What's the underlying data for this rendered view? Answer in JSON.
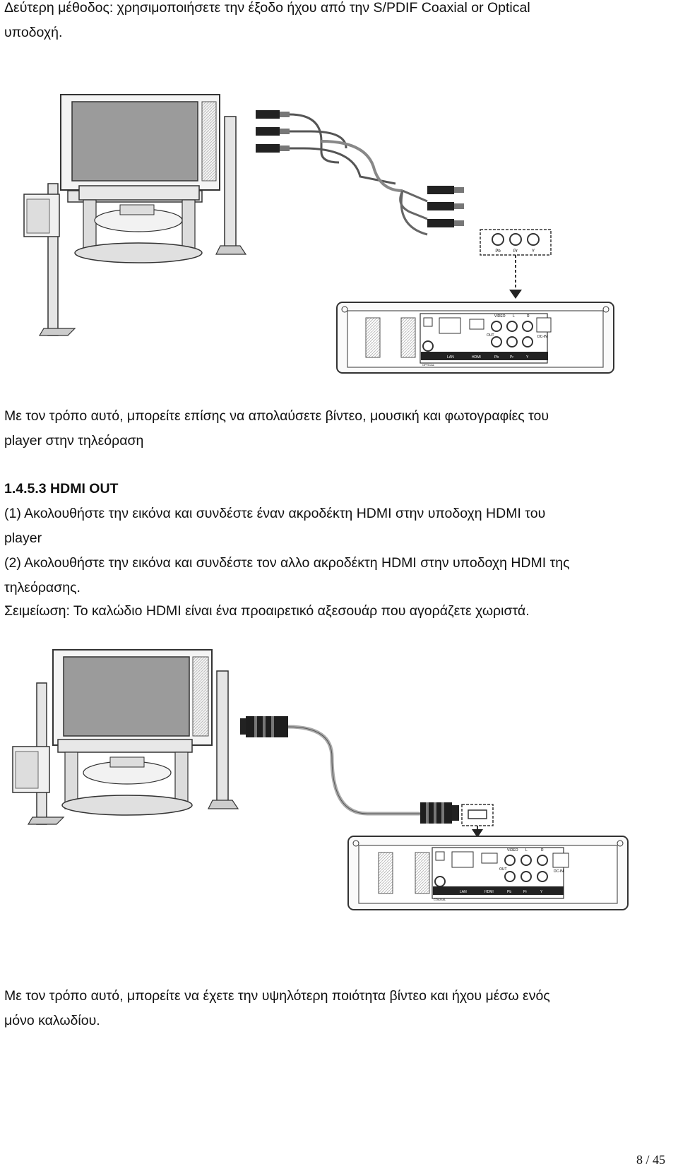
{
  "intro": {
    "line1": "Δεύτερη μέθοδος: χρησιμοποιήσετε την έξοδο ήχου από την S/PDIF Coaxial or Optical",
    "line2": "υποδοχή."
  },
  "figure1": {
    "jack_labels": [
      "Pb",
      "Pr",
      "Y"
    ]
  },
  "panel": {
    "labels": {
      "video": "VIDEO",
      "l": "L",
      "r": "R",
      "out": "OUT",
      "lan": "LAN",
      "hdmi": "HDMI",
      "pb": "Pb",
      "pr": "Pr",
      "y": "Y",
      "dcin": "DC-IN",
      "optical": "OPTICAL",
      "coaxial": "COAXIAL"
    }
  },
  "para_after_fig1": {
    "line1": "Με τον τρόπο αυτό, μπορείτε επίσης να απολαύσετε βίντεο, μουσική και φωτογραφίες του",
    "line2": "player στην τηλεόραση"
  },
  "section": {
    "heading": "1.4.5.3 HDMI OUT",
    "step1_line1": "(1) Ακολουθήστε την εικόνα και συνδέστε έναν ακροδέκτη HDMI στην υποδοχη HDMI του",
    "step1_line2": "player",
    "step2_line1": "(2) Ακολουθήστε την εικόνα και συνδέστε τον αλλο ακροδέκτη HDMI στην υποδοχη HDMI της",
    "step2_line2": "τηλεόρασης.",
    "note": "Σειμείωση: Το καλώδιο HDMI είναι ένα προαιρετικό αξεσουάρ που αγοράζετε χωριστά."
  },
  "closing": {
    "line1": "Με τον τρόπο αυτό, μπορείτε να έχετε την υψηλότερη ποιότητα βίντεο και ήχου μέσω ενός",
    "line2": "μόνο καλωδίου."
  },
  "footer": {
    "page": "8 / 45"
  }
}
